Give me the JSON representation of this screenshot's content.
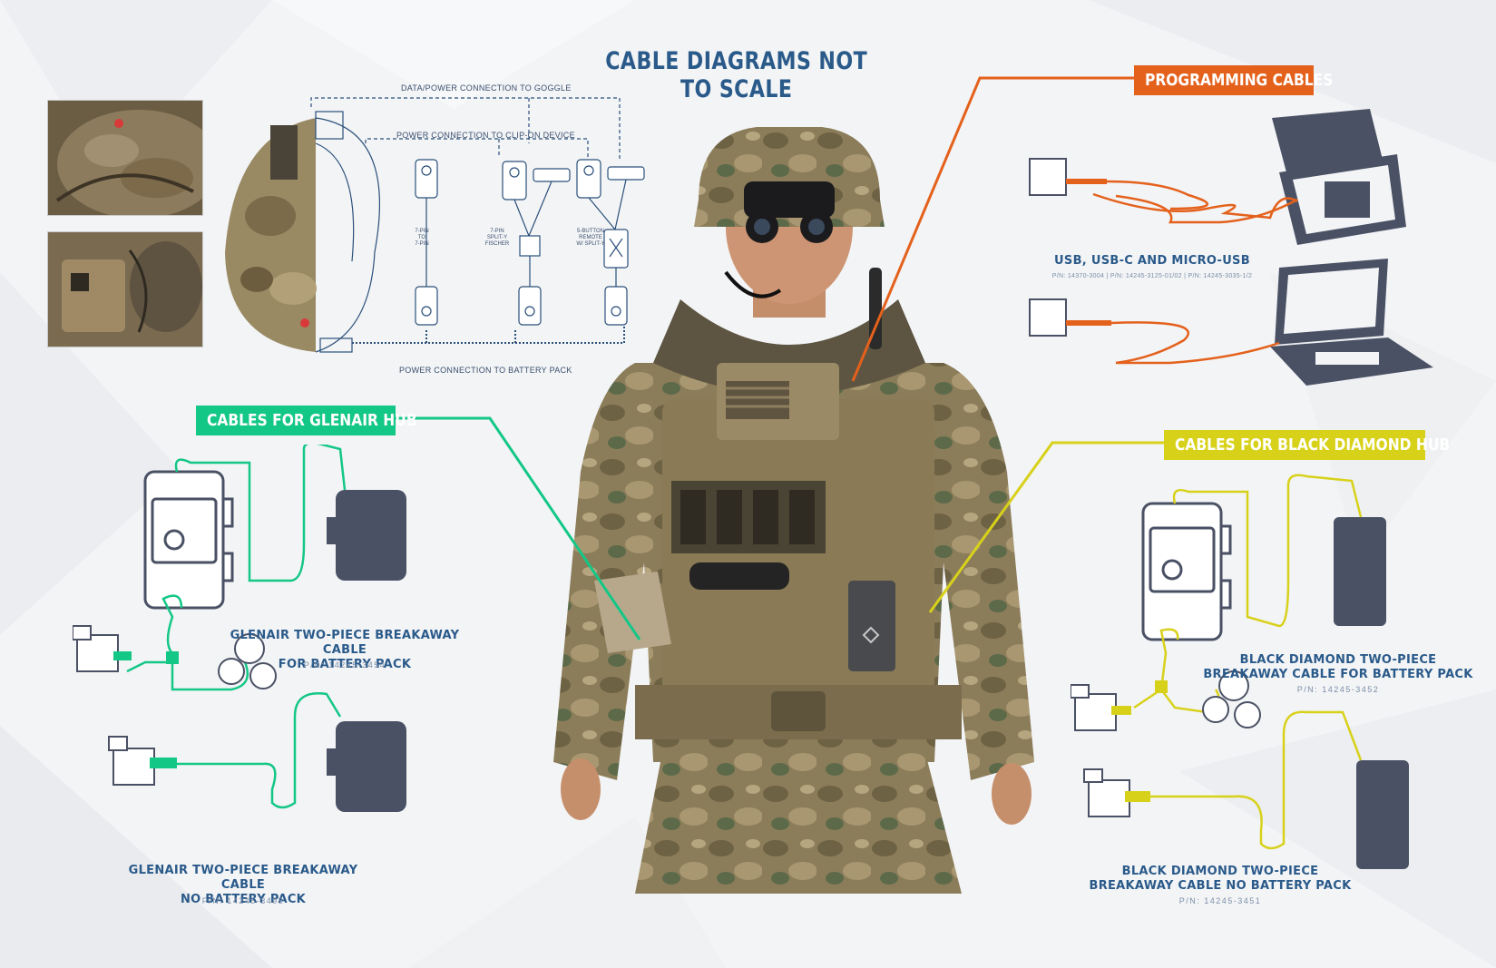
{
  "title": "CABLE DIAGRAMS NOT TO SCALE",
  "tags": {
    "programming": "PROGRAMMING CABLES",
    "glenair": "CABLES FOR GLENAIR HUB",
    "black_diamond": "CABLES FOR BLACK DIAMOND HUB"
  },
  "helmet_diagram": {
    "goggle": "DATA/POWER CONNECTION TO GOGGLE",
    "clip_on": "POWER CONNECTION TO CLIP-ON DEVICE",
    "battery": "POWER CONNECTION TO BATTERY PACK",
    "cable1": [
      "7-PIN",
      "TO",
      "7-PIN"
    ],
    "cable2": [
      "7-PIN",
      "SPLIT-Y",
      "FISCHER"
    ],
    "cable3": [
      "5-BUTTON",
      "REMOTE",
      "W/ SPLIT-Y"
    ]
  },
  "programming": {
    "caption": "USB, USB-C AND MICRO-USB",
    "pn": "P/N: 14370-3004 | P/N: 14245-3125-01/02 | P/N: 14245-3035-1/2"
  },
  "glenair": {
    "item1": {
      "line1": "GLENAIR TWO-PIECE BREAKAWAY CABLE",
      "line2": "FOR BATTERY PACK",
      "pn": "P/N: 14245-3454"
    },
    "item2": {
      "line1": "GLENAIR TWO-PIECE BREAKAWAY CABLE",
      "line2": "NO BATTERY PACK",
      "pn": "P/N: 14245-3495"
    }
  },
  "black_diamond": {
    "item1": {
      "line1": "BLACK DIAMOND TWO-PIECE",
      "line2": "BREAKAWAY CABLE FOR BATTERY PACK",
      "pn": "P/N: 14245-3452"
    },
    "item2": {
      "line1": "BLACK DIAMOND TWO-PIECE",
      "line2": "BREAKAWAY CABLE NO BATTERY PACK",
      "pn": "P/N: 14245-3451"
    }
  },
  "colors": {
    "orange": "#e4611c",
    "green": "#13c786",
    "yellow": "#d8d11a",
    "navy": "#2a5a8a",
    "device": "#4a5164"
  }
}
